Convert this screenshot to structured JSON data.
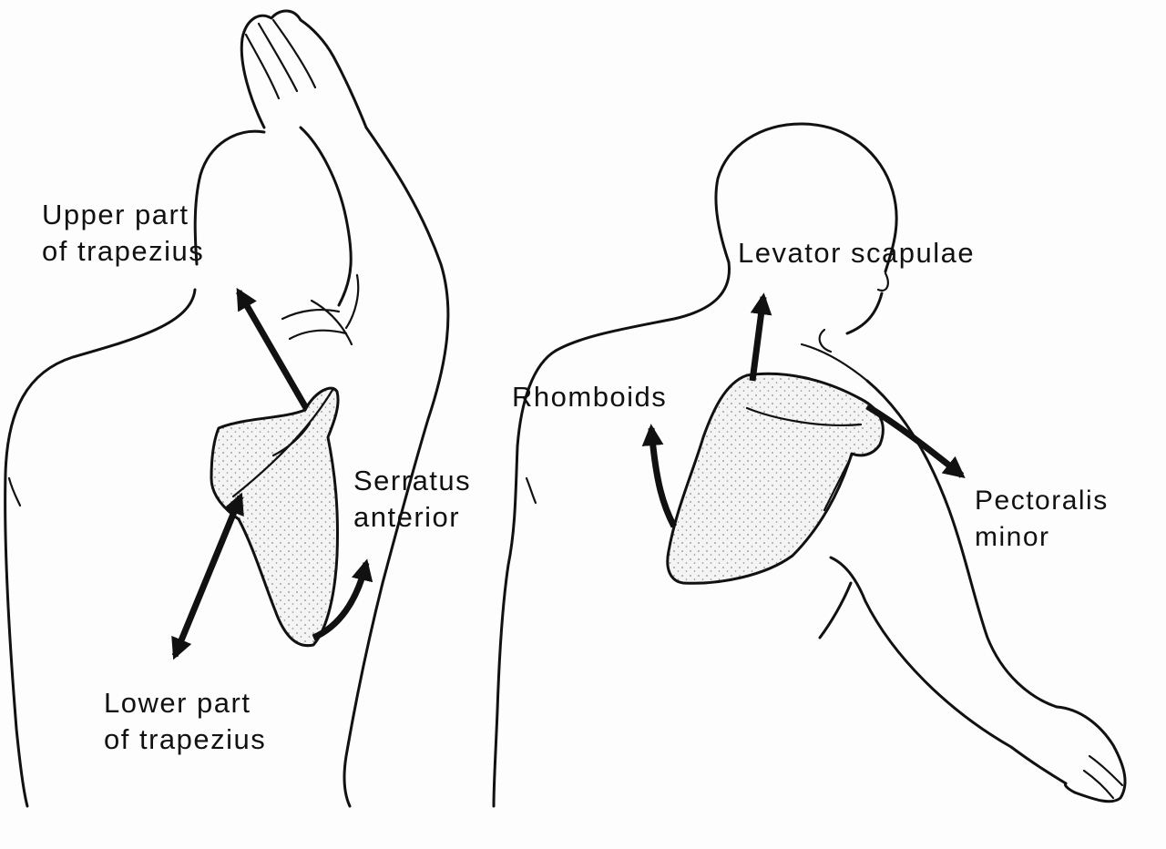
{
  "labels": {
    "upper_trapezius": [
      "Upper part",
      "of trapezius"
    ],
    "lower_trapezius": [
      "Lower part",
      "of trapezius"
    ],
    "serratus_anterior": [
      "Serratus",
      "anterior"
    ],
    "levator_scapulae": [
      "Levator scapulae"
    ],
    "rhomboids": [
      "Rhomboids"
    ],
    "pectoralis_minor": [
      "Pectoralis",
      "minor"
    ]
  },
  "colors": {
    "ink": "#111111",
    "background": "#fdfdfd",
    "bone_stipple": "#8a8a8a"
  }
}
